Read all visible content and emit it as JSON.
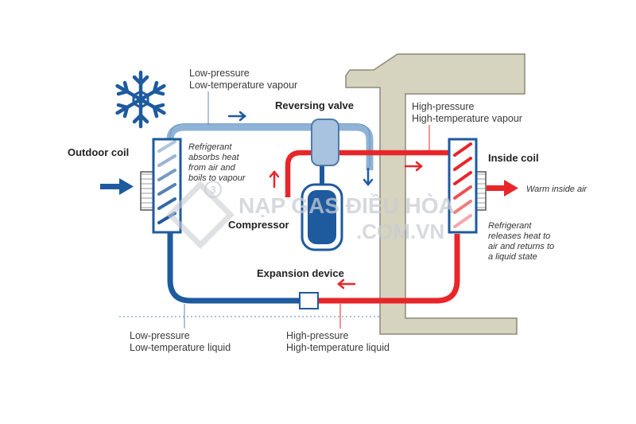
{
  "labels": {
    "low_vapour_1": "Low-pressure",
    "low_vapour_2": "Low-temperature vapour",
    "reversing_valve": "Reversing valve",
    "high_vapour_1": "High-pressure",
    "high_vapour_2": "High-temperature vapour",
    "outdoor_coil": "Outdoor coil",
    "inside_coil": "Inside coil",
    "absorbs_1": "Refrigerant",
    "absorbs_2": "absorbs heat",
    "absorbs_3": "from air and",
    "absorbs_4": "boils to vapour",
    "warm_air": "Warm inside air",
    "compressor": "Compressor",
    "releases_1": "Refrigerant",
    "releases_2": "releases heat to",
    "releases_3": "air and returns to",
    "releases_4": "a liquid state",
    "expansion_device": "Expansion device",
    "low_liquid_1": "Low-pressure",
    "low_liquid_2": "Low-temperature liquid",
    "high_liquid_1": "High-pressure",
    "high_liquid_2": "High-temperature liquid"
  },
  "watermark": {
    "line1": "NẠP GAS ĐIỀU HÒA",
    "line2": ".COM.VN",
    "badge": "3"
  },
  "colors": {
    "cold": "#1e5a9e",
    "cold_light": "#8fb3d6",
    "hot": "#e8262a",
    "wall": "#d6d3bf",
    "wall_stroke": "#8a8a7a"
  }
}
